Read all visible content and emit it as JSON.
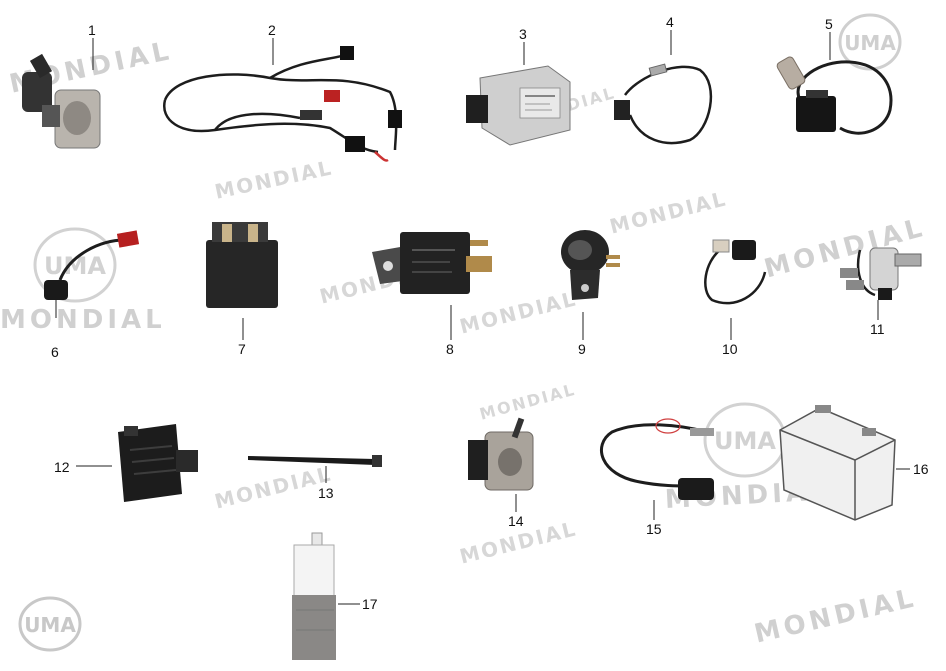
{
  "watermark": {
    "brand": "MONDIAL",
    "logo": "UMA"
  },
  "parts": [
    {
      "number": "1"
    },
    {
      "number": "2"
    },
    {
      "number": "3"
    },
    {
      "number": "4"
    },
    {
      "number": "5"
    },
    {
      "number": "6"
    },
    {
      "number": "7"
    },
    {
      "number": "8"
    },
    {
      "number": "9"
    },
    {
      "number": "10"
    },
    {
      "number": "11"
    },
    {
      "number": "12"
    },
    {
      "number": "13"
    },
    {
      "number": "14"
    },
    {
      "number": "15"
    },
    {
      "number": "16"
    },
    {
      "number": "17"
    }
  ]
}
